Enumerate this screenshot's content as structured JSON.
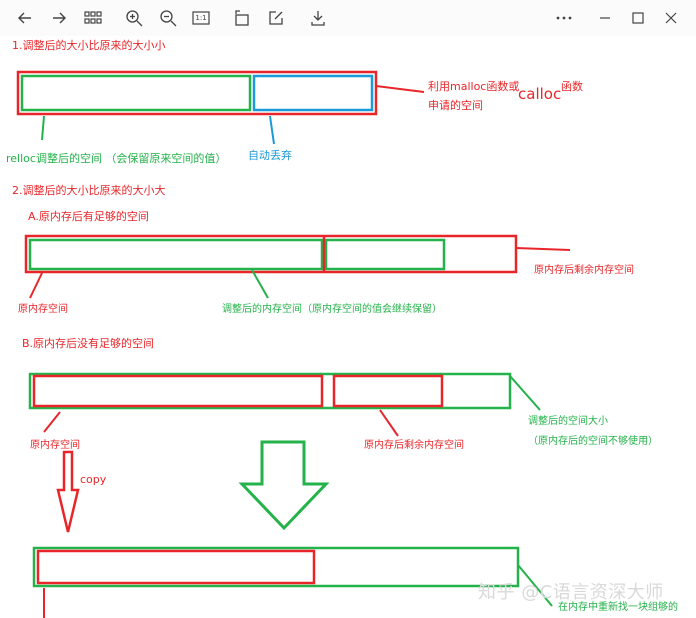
{
  "toolbar": {
    "buttons": [
      {
        "name": "back-arrow-icon"
      },
      {
        "name": "forward-arrow-icon"
      },
      {
        "name": "grid-view-icon"
      },
      {
        "name": "zoom-in-icon"
      },
      {
        "name": "zoom-out-icon"
      },
      {
        "name": "actual-size-icon",
        "label": "1:1"
      },
      {
        "name": "rotate-icon"
      },
      {
        "name": "edit-icon"
      },
      {
        "name": "save-icon"
      },
      {
        "name": "more-icon"
      },
      {
        "name": "minimize-icon"
      },
      {
        "name": "maximize-icon"
      },
      {
        "name": "close-icon"
      }
    ]
  },
  "labels": {
    "case1_title": "1.调整后的大小比原来的大小小",
    "malloc_line1": "利用malloc函数或",
    "malloc_line2": "申请的空间",
    "calloc": "calloc",
    "calloc_func": "函数",
    "relloc_note": "relloc调整后的空间 （会保留原来空间的值）",
    "auto_discard": "自动丢弃",
    "case2_title": "2.调整后的大小比原来的大小大",
    "case2a_title": "A.原内存后有足够的空间",
    "remain_a": "原内存后剩余内存空间",
    "orig_a": "原内存空间",
    "adjusted_a": "调整后的内存空间（原内存空间的值会继续保留）",
    "case2b_title": "B.原内存后没有足够的空间",
    "adjusted_size_1": "调整后的空间大小",
    "adjusted_size_2": "（原内存后的空间不够使用）",
    "orig_b": "原内存空间",
    "remain_b": "原内存后剩余内存空间",
    "copy": "copy",
    "new_block": "在内存中重新找一块组够的"
  },
  "watermark": "知乎 @C语言资深大师",
  "colors": {
    "red": "#e8262a",
    "green": "#24b24a",
    "blue": "#1a9ad8"
  }
}
